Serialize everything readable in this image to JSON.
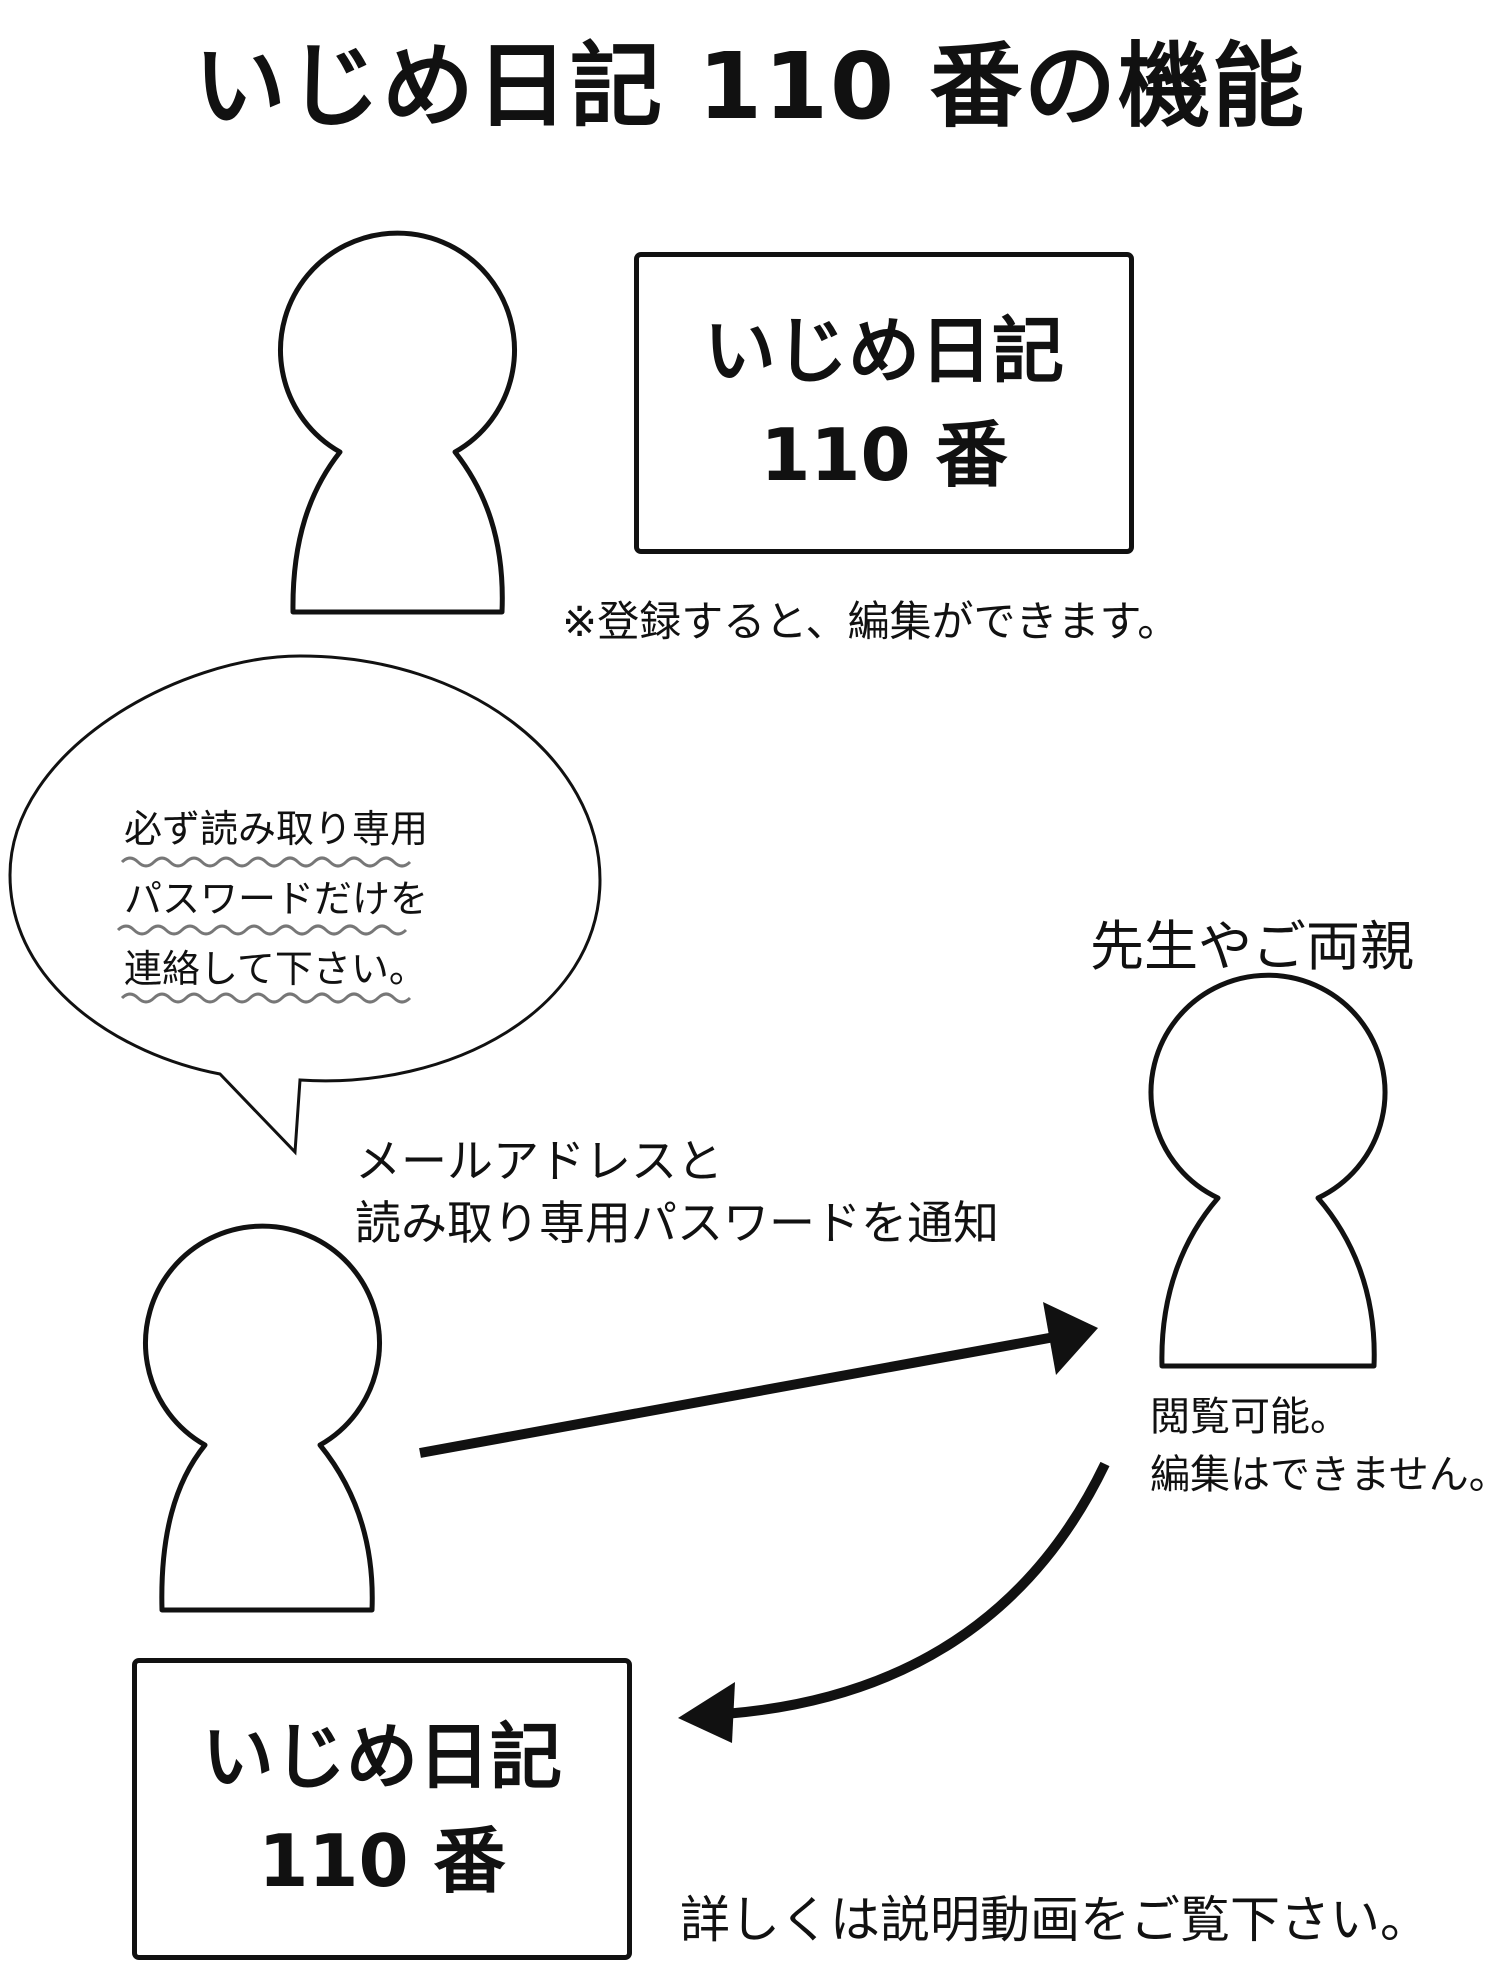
{
  "title": "いじめ日記 110 番の機能",
  "app_box_top": {
    "line1": "いじめ日記",
    "line2": "110 番"
  },
  "register_note": "※登録すると、編集ができます。",
  "speech_bubble": {
    "lines": [
      "必ず読み取り専用",
      "パスワードだけを",
      "連絡して下さい。"
    ]
  },
  "recipient_label": "先生やご両親",
  "notify_label": {
    "line1": "メールアドレスと",
    "line2": "読み取り専用パスワードを通知"
  },
  "recipient_note": {
    "line1": "閲覧可能。",
    "line2": "編集はできません。"
  },
  "app_box_bottom": {
    "line1": "いじめ日記",
    "line2": "110 番"
  },
  "footer_note": "詳しくは説明動画をご覧下さい。"
}
